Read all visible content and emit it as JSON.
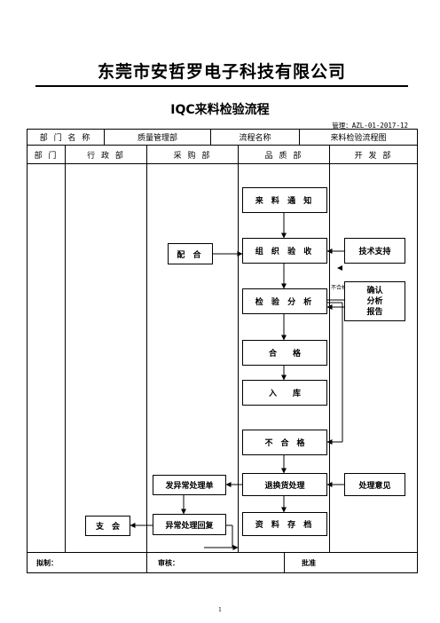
{
  "header": {
    "company": "东莞市安哲罗电子科技有限公司",
    "title": "IQC来料检验流程",
    "doc_code": "管理：AZL-01-2017-12"
  },
  "info_row": {
    "dept_name_label": "部 门 名 称",
    "dept_name_value": "质量管理部",
    "process_name_label": "流程名称",
    "process_name_value": "来料检验流程图"
  },
  "columns": {
    "dept": "部 门",
    "admin": "行 政 部",
    "purchase": "采 购 部",
    "quality": "品 质 部",
    "dev": "开 发 部"
  },
  "flow": {
    "incoming_notice": "来 料 通 知",
    "organize_inspection": "组 织 验 收",
    "cooperate": "配 合",
    "tech_support": "技术支持",
    "inspection_analysis": "检 验 分 析",
    "unqualified_note": "不合格",
    "confirm_report": [
      "确认",
      "分析",
      "报告"
    ],
    "qualified": "合　　格",
    "warehousing": "入　　库",
    "unqualified": "不　合　格",
    "exception_form": "发异常处理单",
    "return_exchange": "退换货处理",
    "handling_opinion": "处理意见",
    "payment": "支　会",
    "exception_reply": "异常处理回复",
    "data_archive": "资 料 存 档"
  },
  "footer": {
    "drafted": "拟制：",
    "reviewed": "审核：",
    "approved": "批准"
  },
  "page_number": "1"
}
